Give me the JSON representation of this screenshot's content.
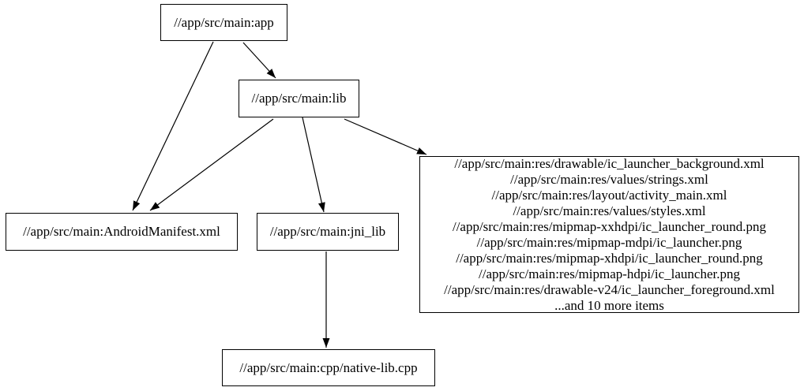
{
  "diagram": {
    "type": "dependency-graph",
    "background_color": "#ffffff",
    "node_border_color": "#000000",
    "edge_color": "#000000",
    "text_color": "#000000",
    "nodes": {
      "app": {
        "label": "//app/src/main:app"
      },
      "lib": {
        "label": "//app/src/main:lib"
      },
      "android_manifest": {
        "label": "//app/src/main:AndroidManifest.xml"
      },
      "jni_lib": {
        "label": "//app/src/main:jni_lib"
      },
      "native_lib": {
        "label": "//app/src/main:cpp/native-lib.cpp"
      },
      "res_group": {
        "lines": [
          "//app/src/main:res/drawable/ic_launcher_background.xml",
          "//app/src/main:res/values/strings.xml",
          "//app/src/main:res/layout/activity_main.xml",
          "//app/src/main:res/values/styles.xml",
          "//app/src/main:res/mipmap-xxhdpi/ic_launcher_round.png",
          "//app/src/main:res/mipmap-mdpi/ic_launcher.png",
          "//app/src/main:res/mipmap-xhdpi/ic_launcher_round.png",
          "//app/src/main:res/mipmap-hdpi/ic_launcher.png",
          "//app/src/main:res/drawable-v24/ic_launcher_foreground.xml",
          "...and 10 more items"
        ]
      }
    },
    "edges": [
      {
        "from": "//app/src/main:app",
        "to": "//app/src/main:lib"
      },
      {
        "from": "//app/src/main:app",
        "to": "//app/src/main:AndroidManifest.xml"
      },
      {
        "from": "//app/src/main:lib",
        "to": "//app/src/main:AndroidManifest.xml"
      },
      {
        "from": "//app/src/main:lib",
        "to": "//app/src/main:jni_lib"
      },
      {
        "from": "//app/src/main:lib",
        "to": "res-file-group"
      },
      {
        "from": "//app/src/main:jni_lib",
        "to": "//app/src/main:cpp/native-lib.cpp"
      }
    ]
  }
}
